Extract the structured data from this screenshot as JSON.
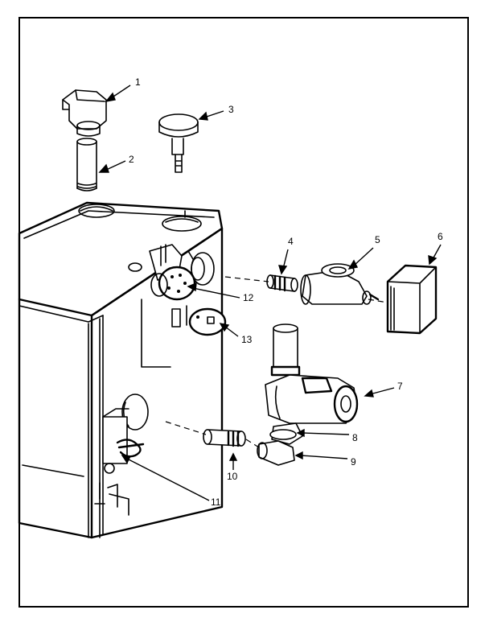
{
  "parts": [
    {
      "label": "1"
    },
    {
      "label": "2"
    },
    {
      "label": "3"
    },
    {
      "label": "4"
    },
    {
      "label": "5"
    },
    {
      "label": "6"
    },
    {
      "label": "7"
    },
    {
      "label": "8"
    },
    {
      "label": "9"
    },
    {
      "label": "10"
    },
    {
      "label": "11"
    },
    {
      "label": "12"
    },
    {
      "label": "13"
    }
  ]
}
